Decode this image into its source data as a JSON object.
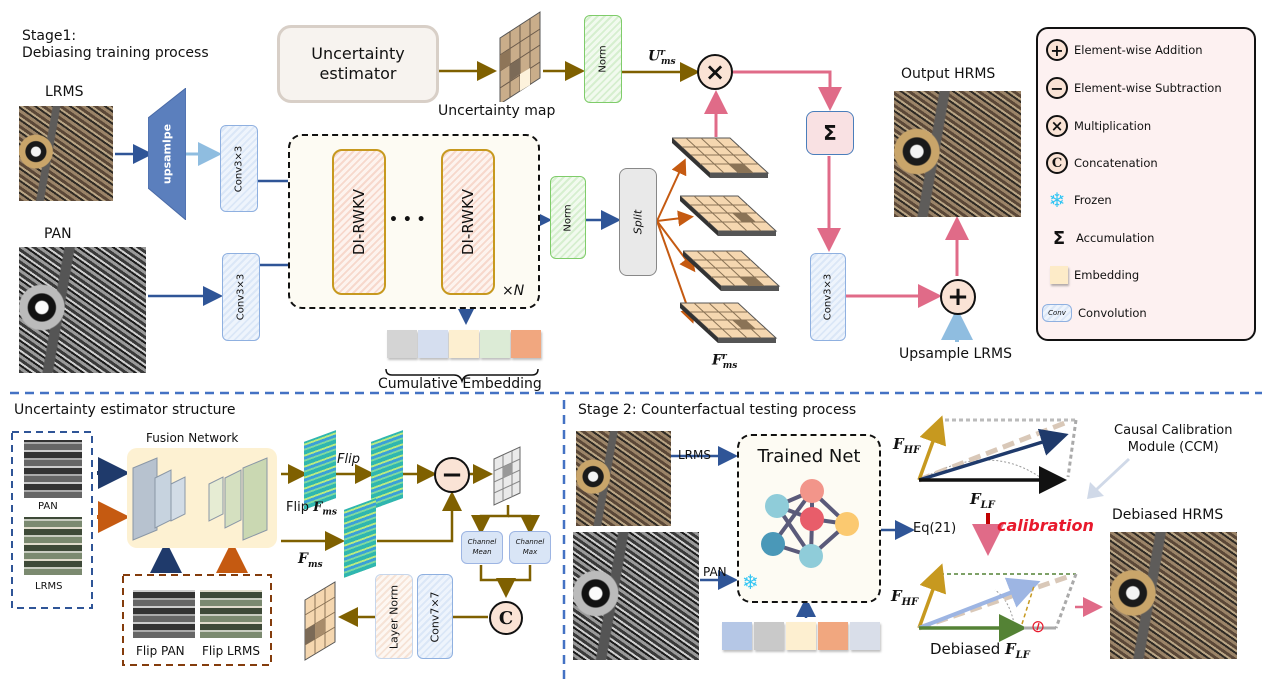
{
  "stage1": {
    "title_line1": "Stage1:",
    "title_line2": "Debiasing training process",
    "lrms_label": "LRMS",
    "pan_label": "PAN",
    "upsample_label": "upsamlpe",
    "conv_label": "Conv3×3",
    "uncertainty_estimator_line1": "Uncertainty",
    "uncertainty_estimator_line2": "estimator",
    "uncertainty_map_label": "Uncertainty map",
    "norm_label": "Norm",
    "u_ms_label_base": "U",
    "u_ms_label_sup": "r",
    "u_ms_label_sub": "ms",
    "block_label": "DI-RWKV",
    "ellipsis": "• • •",
    "repeat_label": "×N",
    "split_label": "Split",
    "f_ms_label_base": "F",
    "f_ms_label_sup": "r",
    "f_ms_label_sub": "ms",
    "cumulative_embedding_label": "Cumulative Embedding",
    "cumulative_embedding_colors": [
      "#d4d4d4",
      "#d5deef",
      "#fdefd0",
      "#dcebd6",
      "#f1a77f"
    ],
    "multiply_symbol": "×",
    "sum_symbol": "Σ",
    "add_symbol": "+",
    "output_label": "Output HRMS",
    "upsample_lrms_label": "Upsample LRMS"
  },
  "legend": {
    "items": [
      {
        "icon": "plus-circle-icon",
        "symbol": "+",
        "label": "Element-wise Addition"
      },
      {
        "icon": "minus-circle-icon",
        "symbol": "−",
        "label": "Element-wise Subtraction"
      },
      {
        "icon": "times-circle-icon",
        "symbol": "×",
        "label": "Multiplication"
      },
      {
        "icon": "c-circle-icon",
        "symbol": "C",
        "label": "Concatenation"
      },
      {
        "icon": "snowflake-icon",
        "symbol": "❄",
        "label": "Frozen"
      },
      {
        "icon": "sigma-icon",
        "symbol": "Σ",
        "label": "Accumulation"
      },
      {
        "icon": "embedding-square-icon",
        "symbol": "",
        "label": "Embedding"
      },
      {
        "icon": "conv-box-icon",
        "symbol": "Conv",
        "label": "Convolution"
      }
    ]
  },
  "estimator": {
    "title": "Uncertainty estimator structure",
    "pan_label": "PAN",
    "lrms_label": "LRMS",
    "fusion_network_label": "Fusion Network",
    "flip_pan_label": "Flip PAN",
    "flip_lrms_label": "Flip LRMS",
    "flip_label": "Flip",
    "flip_fms_prefix": "Flip ",
    "fms_base": "F",
    "fms_sub": "ms",
    "minus_symbol": "−",
    "channel_mean_line1": "Channel",
    "channel_mean_line2": "Mean",
    "channel_max_line1": "Channel",
    "channel_max_line2": "Max",
    "concat_symbol": "C",
    "conv7_label": "Conv7×7",
    "layer_norm_label": "Layer Norm"
  },
  "stage2": {
    "title": "Stage 2: Counterfactual testing process",
    "lrms_label": "LRMS",
    "pan_label": "PAN",
    "trained_net_label": "Trained Net",
    "snowflake_symbol": "❄",
    "embedding_colors": [
      "#b5c7e6",
      "#c9c9c9",
      "#fdefd0",
      "#f1a77f",
      "#d9dee9"
    ],
    "eq_label": "Eq(21)",
    "calibration_label": "calibration",
    "fhf_base": "F",
    "fhf_sub": "HF",
    "flf_base": "F",
    "flf_sub": "LF",
    "debiased_prefix": "Debiased ",
    "ccm_line1": "Causal Calibration",
    "ccm_line2": "Module (CCM)",
    "debiased_hrms_label": "Debiased HRMS",
    "null_symbol": "⊘"
  },
  "colors": {
    "blue_arrow": "#2f5597",
    "light_blue_arrow": "#8fbde0",
    "brown_arrow": "#7f6000",
    "orange_arrow": "#c55a11",
    "pink_arrow": "#e06b88",
    "divider": "#4472c4",
    "calibration_red": "#e8192c"
  }
}
